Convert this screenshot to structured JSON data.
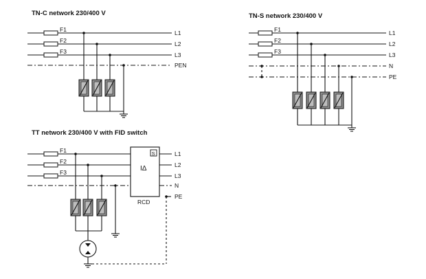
{
  "tn_c": {
    "title": "TN-C network 230/400 V",
    "fuses": [
      "F1",
      "F2",
      "F3"
    ],
    "lines": [
      "L1",
      "L2",
      "L3",
      "PEN"
    ]
  },
  "tn_s": {
    "title": "TN-S network 230/400 V",
    "fuses": [
      "F1",
      "F2",
      "F3"
    ],
    "lines": [
      "L1",
      "L2",
      "L3",
      "N",
      "PE"
    ]
  },
  "tt": {
    "title": "TT network 230/400 V with FID switch",
    "fuses": [
      "F1",
      "F2",
      "F3"
    ],
    "lines": [
      "L1",
      "L2",
      "L3",
      "N",
      "PE"
    ],
    "rcd_label": "RCD",
    "rcd_symbol": "IΔ",
    "rcd_badge": "S"
  },
  "colors": {
    "line": "#111111",
    "arrester": "#8f8f8f",
    "background": "#ffffff"
  }
}
